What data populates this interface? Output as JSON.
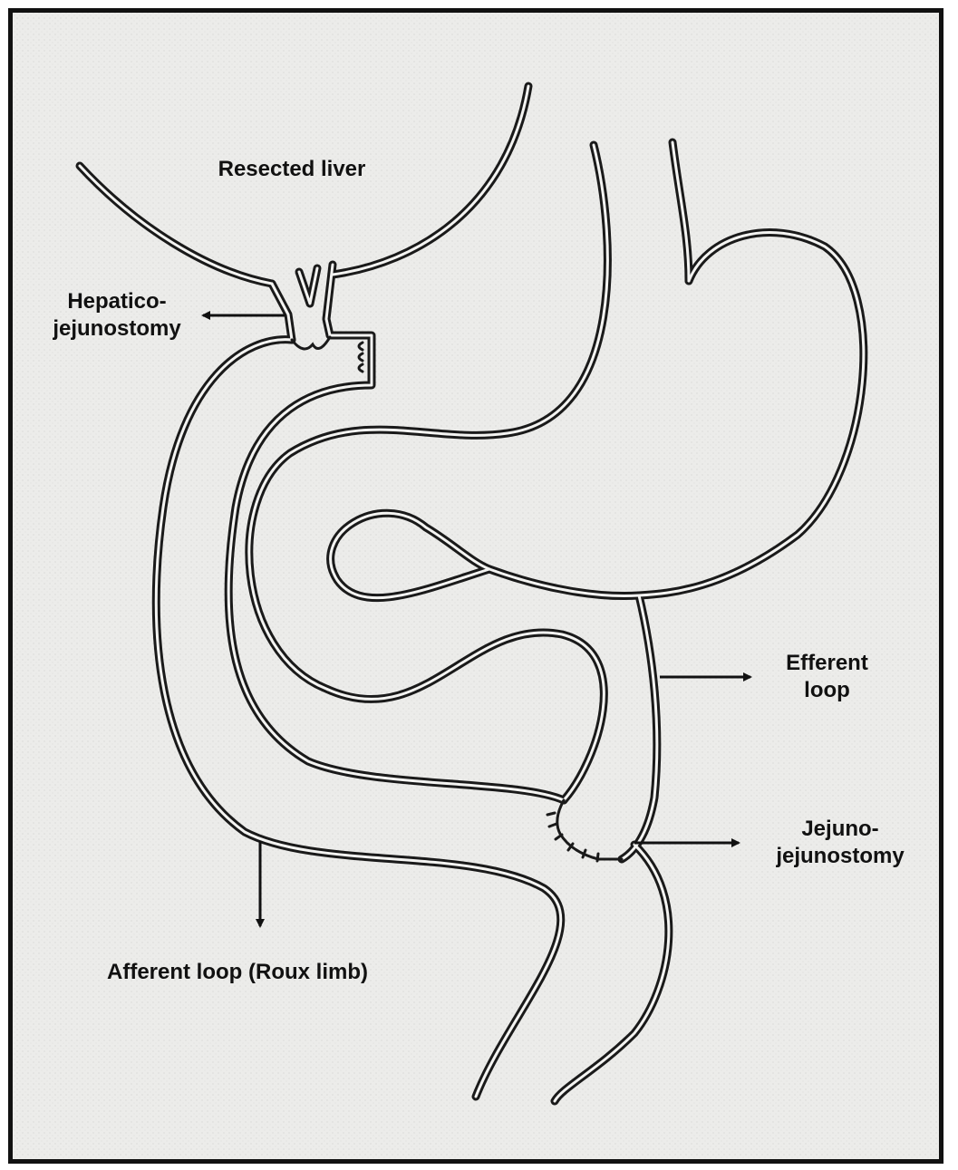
{
  "labels": {
    "resected_liver": "Resected liver",
    "hepatico_line1": "Hepatico-",
    "hepatico_line2": "jejunostomy",
    "efferent_line1": "Efferent",
    "efferent_line2": "loop",
    "jejuno_line1": "Jejuno-",
    "jejuno_line2": "jejunostomy",
    "afferent": "Afferent loop (Roux limb)"
  },
  "colors": {
    "background": "#ececea",
    "frame": "#111111",
    "outline": "#1a1a1a",
    "fill": "#ffffff"
  }
}
